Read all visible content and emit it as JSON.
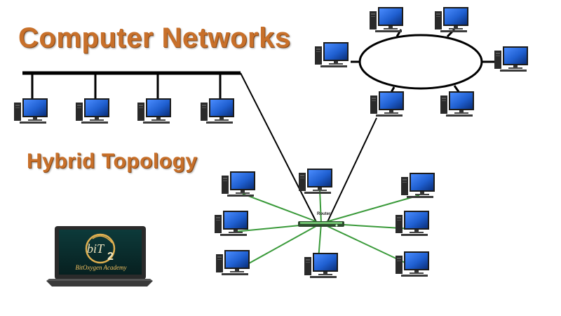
{
  "titles": {
    "main": "Computer Networks",
    "sub": "Hybrid Topology"
  },
  "router": {
    "label": "Router"
  },
  "logo": {
    "caption": "BitOxygen Academy"
  },
  "colors": {
    "title": "#c8702a",
    "bus_cable": "#000000",
    "star_cable": "#3a9a3a",
    "screen": "#1f5fd0"
  },
  "topologies": [
    {
      "type": "bus",
      "nodes": 4
    },
    {
      "type": "ring",
      "nodes": 6
    },
    {
      "type": "star",
      "nodes": 8
    }
  ]
}
